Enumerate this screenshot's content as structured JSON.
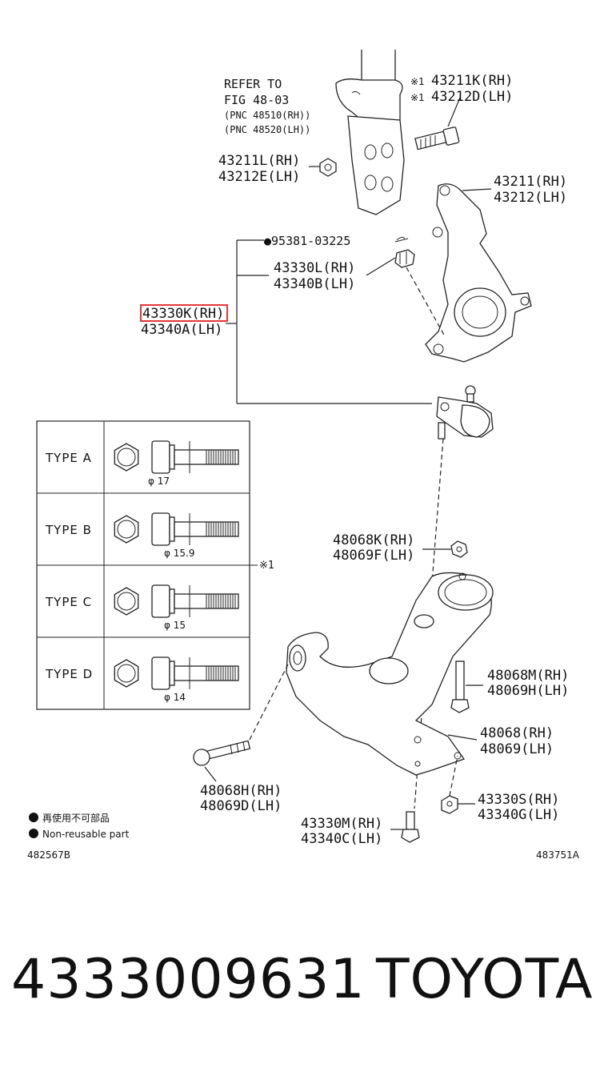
{
  "refer": {
    "line1": "REFER TO",
    "line2": "FIG 48-03",
    "line3": "(PNC 48510(RH))",
    "line4": "(PNC 48520(LH))"
  },
  "callouts": {
    "bolt_top_mark": "※1",
    "bolt_top_rh": "43211K(RH)",
    "bolt_top_lh": "43212D(LH)",
    "nut_rh": "43211L(RH)",
    "nut_lh": "43212E(LH)",
    "knuckle_rh": "43211(RH)",
    "knuckle_lh": "43212(LH)",
    "cotter_pin": "●95381-03225",
    "castle_nut_rh": "43330L(RH)",
    "castle_nut_lh": "43340B(LH)",
    "ball_joint_rh": "43330K(RH)",
    "ball_joint_lh": "43340A(LH)",
    "arm_nut_rh": "48068K(RH)",
    "arm_nut_lh": "48069F(LH)",
    "arm_bolt_rh": "48068M(RH)",
    "arm_bolt_lh": "48069H(LH)",
    "arm_rh": "48068(RH)",
    "arm_lh": "48069(LH)",
    "bushing_bolt_rh": "48068H(RH)",
    "bushing_bolt_lh": "48069D(LH)",
    "bj_nut_rh": "43330S(RH)",
    "bj_nut_lh": "43340G(LH)",
    "bj_bolt_rh": "43330M(RH)",
    "bj_bolt_lh": "43340C(LH)"
  },
  "bolt_types": {
    "mark": "※1",
    "rows": [
      {
        "type": "TYPE  A",
        "diameter": "φ 17"
      },
      {
        "type": "TYPE  B",
        "diameter": "φ 15.9"
      },
      {
        "type": "TYPE  C",
        "diameter": "φ 15"
      },
      {
        "type": "TYPE  D",
        "diameter": "φ 14"
      }
    ]
  },
  "legend": {
    "jp": "再使用不可部品",
    "en": "Non-reusable part"
  },
  "codes": {
    "left": "482567B",
    "right": "483751A"
  },
  "footer": {
    "part_number": "4333009631",
    "brand": "TOYOTA"
  },
  "highlight_color": "#e8333a"
}
